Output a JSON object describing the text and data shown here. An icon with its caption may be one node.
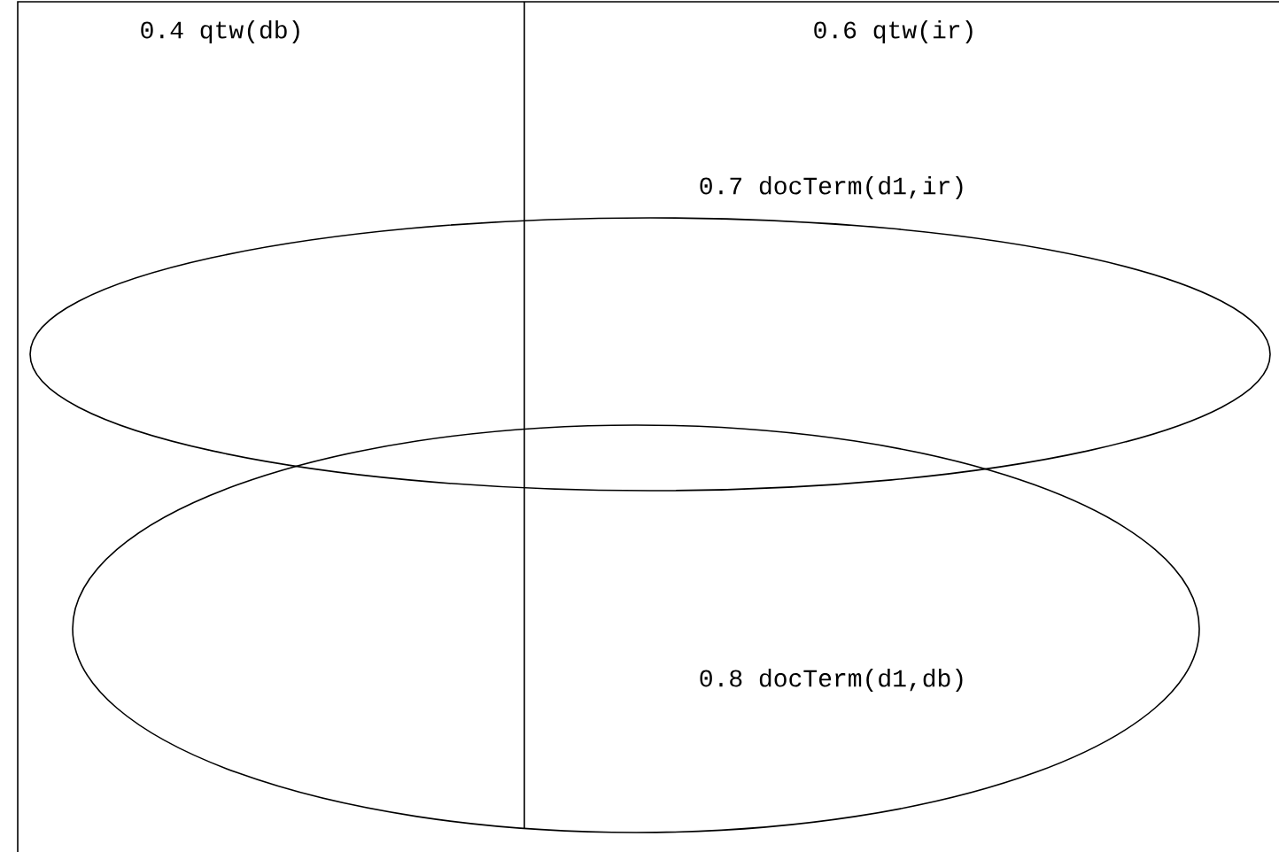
{
  "diagram": {
    "nodes": [
      {
        "text": [
          "0.7 docTerm(d1,ir)"
        ]
      },
      {
        "text": [
          "0.8 docTerm(d1,db)"
        ]
      }
    ],
    "labels": [
      "0.4 qtw(db)",
      "0.6 qtw(ir)"
    ]
  }
}
